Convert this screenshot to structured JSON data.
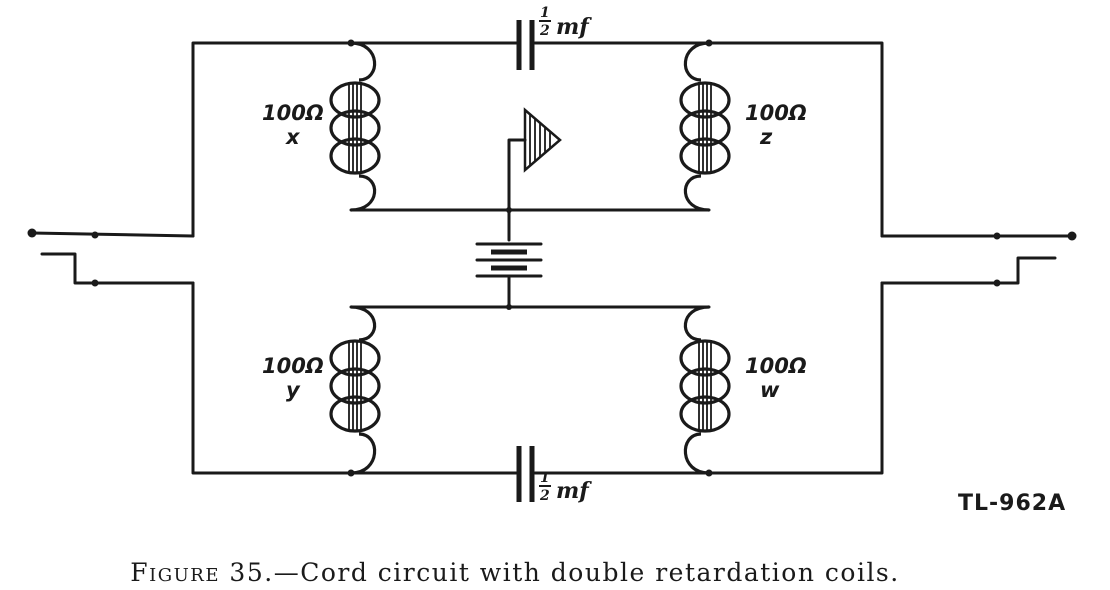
{
  "figure": {
    "number_label": "Figure 35.",
    "caption": "—Cord circuit with double retardation coils.",
    "drawing_code": "TL-962A"
  },
  "capacitors": {
    "top": {
      "value": "mf",
      "frac_num": "1",
      "frac_den": "2"
    },
    "bottom": {
      "value": "mf",
      "frac_num": "1",
      "frac_den": "2"
    }
  },
  "coils": {
    "x": {
      "resistance": "100Ω",
      "letter": "x"
    },
    "z": {
      "resistance": "100Ω",
      "letter": "z"
    },
    "y": {
      "resistance": "100Ω",
      "letter": "y"
    },
    "w": {
      "resistance": "100Ω",
      "letter": "w"
    }
  }
}
